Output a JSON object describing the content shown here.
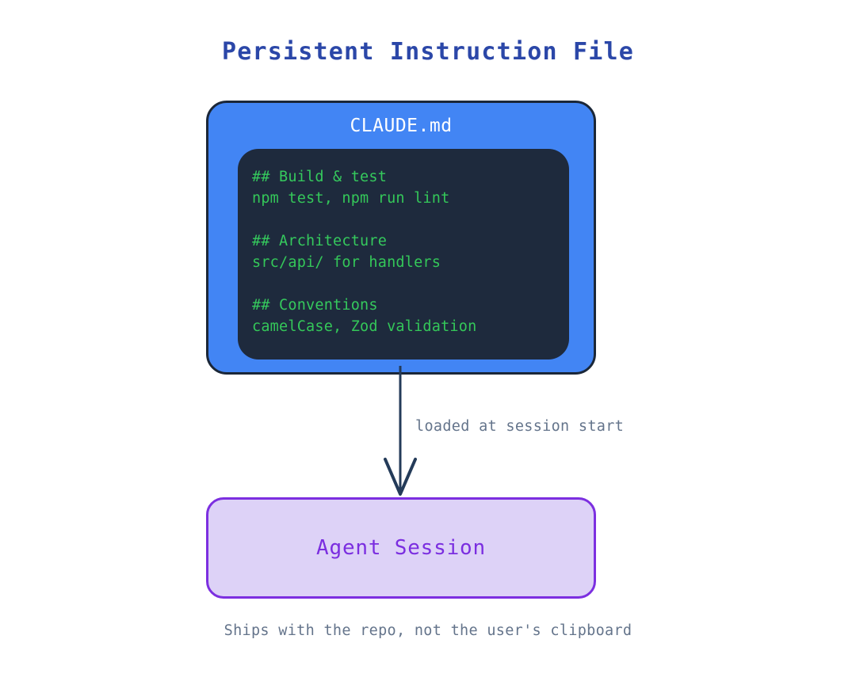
{
  "page": {
    "title": "Persistent Instruction File",
    "background": "#ffffff",
    "title_color": "#2b47a8"
  },
  "file_card": {
    "filename": "CLAUDE.md",
    "fill": "#4285f4",
    "border": "#1b2738",
    "title_color": "#ffffff",
    "code": {
      "background": "#1e2a3d",
      "text_color": "#34c759",
      "lines": [
        {
          "text": "## Build & test",
          "kind": "heading"
        },
        {
          "text": "npm test, npm run lint",
          "kind": "body"
        },
        {
          "text": "",
          "kind": "blank"
        },
        {
          "text": "## Architecture",
          "kind": "heading"
        },
        {
          "text": "src/api/ for handlers",
          "kind": "body"
        },
        {
          "text": "",
          "kind": "blank"
        },
        {
          "text": "## Conventions",
          "kind": "heading"
        },
        {
          "text": "camelCase, Zod validation",
          "kind": "body"
        }
      ]
    }
  },
  "edge": {
    "label": "loaded at session start",
    "label_color": "#64748b",
    "stroke": "#243b59"
  },
  "session_box": {
    "label": "Agent Session",
    "fill": "#ddd2f7",
    "border": "#7c2fe0",
    "text_color": "#7b2ee0"
  },
  "footer": {
    "caption": "Ships with the repo, not the user's clipboard",
    "color": "#64748b"
  }
}
